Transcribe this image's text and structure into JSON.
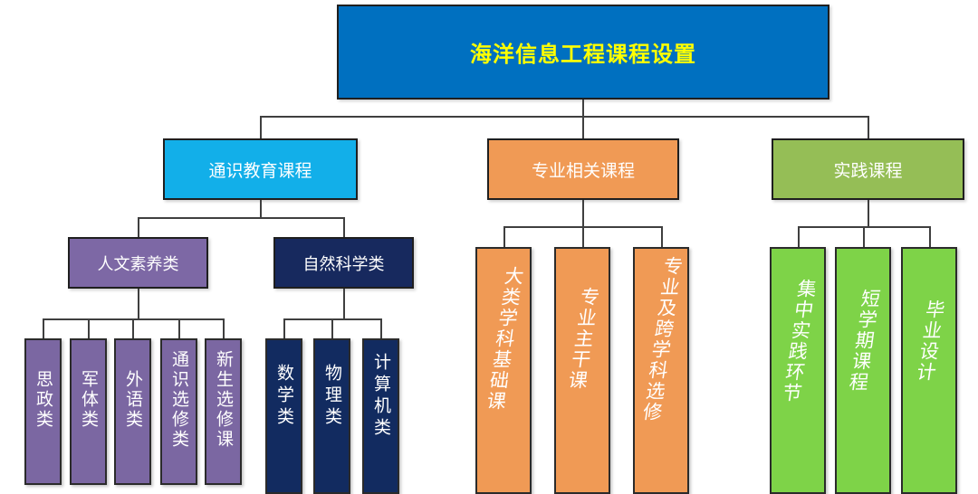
{
  "diagram": {
    "title": "海洋信息工程课程设置",
    "colors": {
      "root_bg": "#0070C0",
      "root_text": "#FFFF00",
      "general_bg": "#12AFE9",
      "major_bg": "#F09A55",
      "practice_bg": "#95BE56",
      "humanities_bg": "#7D68A5",
      "science_bg": "#17295E",
      "purple_column_bg": "#7B67A2",
      "navy_column_bg": "#122B60",
      "orange_column_bg": "#F09A55",
      "green_column_bg": "#7ED348",
      "connector_line": "#3f3f3f",
      "box_text": "#ffffff"
    },
    "branches": [
      {
        "label": "通识教育课程",
        "groups": [
          {
            "label": "人文素养类",
            "items": [
              "思政类",
              "军体类",
              "外语类",
              "通识选修类",
              "新生选修课"
            ]
          },
          {
            "label": "自然科学类",
            "items": [
              "数学类",
              "物理类",
              "计算机类"
            ]
          }
        ]
      },
      {
        "label": "专业相关课程",
        "items": [
          "大类学科基础课",
          "专业主干课",
          "专业及跨学科选修"
        ]
      },
      {
        "label": "实践课程",
        "items": [
          "集中实践环节",
          "短学期课程",
          "毕业设计"
        ]
      }
    ]
  }
}
